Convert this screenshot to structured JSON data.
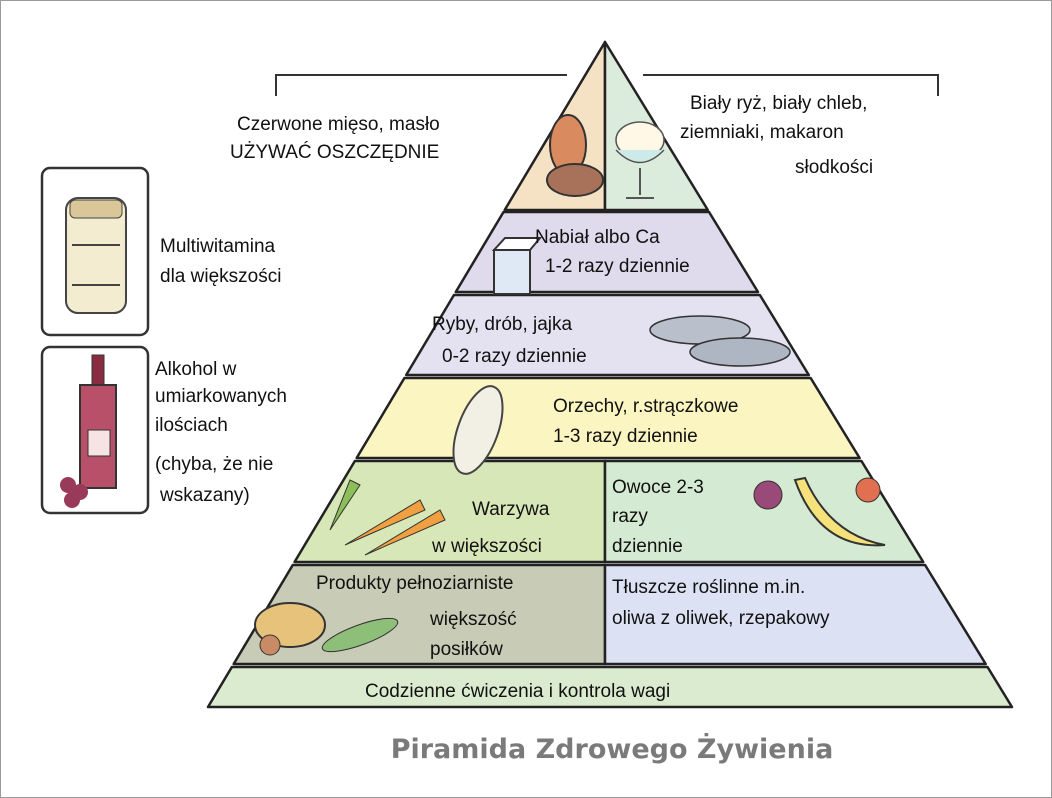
{
  "title": "Piramida Zdrowego Żywienia",
  "side": {
    "multivitamin": [
      "Multiwitamina",
      "dla większości"
    ],
    "alcohol": [
      "Alkohol w",
      "umiarkowanych",
      "ilościach",
      "(chyba, że nie",
      "wskazany)"
    ]
  },
  "top": {
    "left": [
      "Czerwone mięso, masło",
      "UŻYWAĆ OSZCZĘDNIE"
    ],
    "right": [
      "Biały ryż, biały chleb,",
      "ziemniaki, makaron",
      "słodkości"
    ]
  },
  "bands": {
    "dairy": [
      "Nabiał albo Ca",
      "1-2 razy dziennie"
    ],
    "fish": [
      "Ryby, drób, jajka",
      "0-2 razy dziennie"
    ],
    "nuts": [
      "Orzechy, r.strączkowe",
      "1-3 razy dziennie"
    ],
    "vegetables": [
      "Warzywa",
      "w większości"
    ],
    "fruit": [
      "Owoce 2-3",
      "razy",
      "dziennie"
    ],
    "grains": [
      "Produkty pełnoziarniste",
      "większość",
      "posiłków"
    ],
    "oils": [
      "Tłuszcze roślinne m.in.",
      "oliwa z oliwek, rzepakowy"
    ],
    "exercise": "Codzienne ćwiczenia i kontrola wagi"
  },
  "colors": {
    "top_left": "#f5e2c4",
    "top_right": "#dcecdc",
    "dairy": "#dfdaec",
    "fish": "#e4e1f1",
    "nuts": "#fbf5c2",
    "vegetables": "#d7e7b7",
    "fruit": "#d5ead3",
    "grains": "#c8ccb6",
    "oils": "#dce2f4",
    "exercise": "#dbebcf",
    "title": "#7a7a7a"
  }
}
